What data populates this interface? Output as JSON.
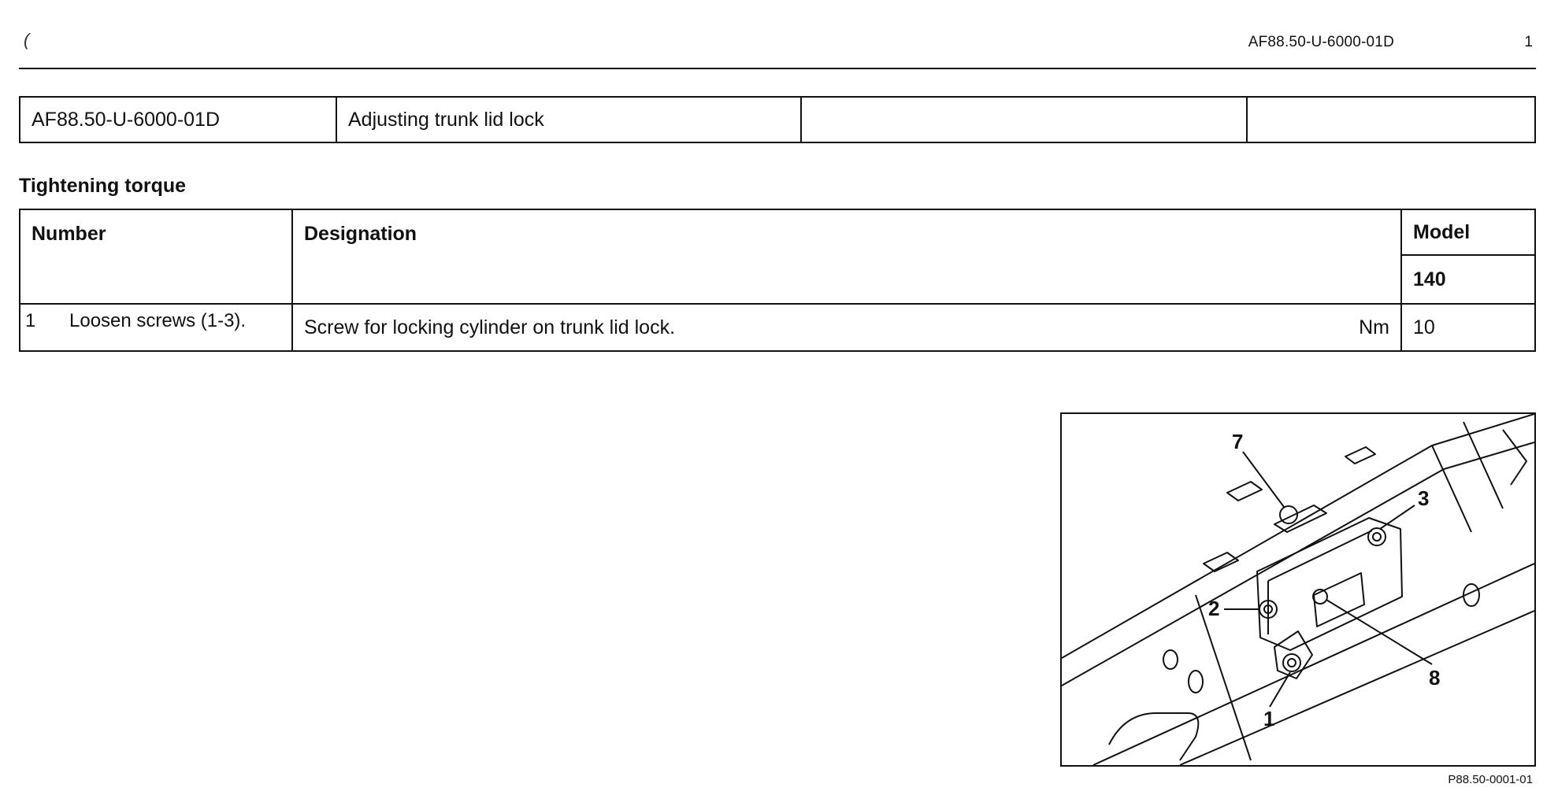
{
  "header": {
    "mark": "(",
    "document_code": "AF88.50-U-6000-01D",
    "page_number": "1"
  },
  "title_block": {
    "code": "AF88.50-U-6000-01D",
    "title": "Adjusting trunk lid lock",
    "cell_3": "",
    "cell_4": ""
  },
  "section_heading": "Tightening torque",
  "torque_table": {
    "col_number": "Number",
    "col_designation": "Designation",
    "col_model": "Model",
    "model_value": "140",
    "rows": [
      {
        "number": "",
        "designation": "Screw for locking cylinder on trunk lid lock.",
        "unit": "Nm",
        "value": "10"
      }
    ]
  },
  "steps": [
    {
      "number": "1",
      "text": "Loosen screws (1-3)."
    }
  ],
  "figure": {
    "callouts": [
      "7",
      "3",
      "2",
      "8",
      "1"
    ],
    "caption": "P88.50-0001-01"
  }
}
